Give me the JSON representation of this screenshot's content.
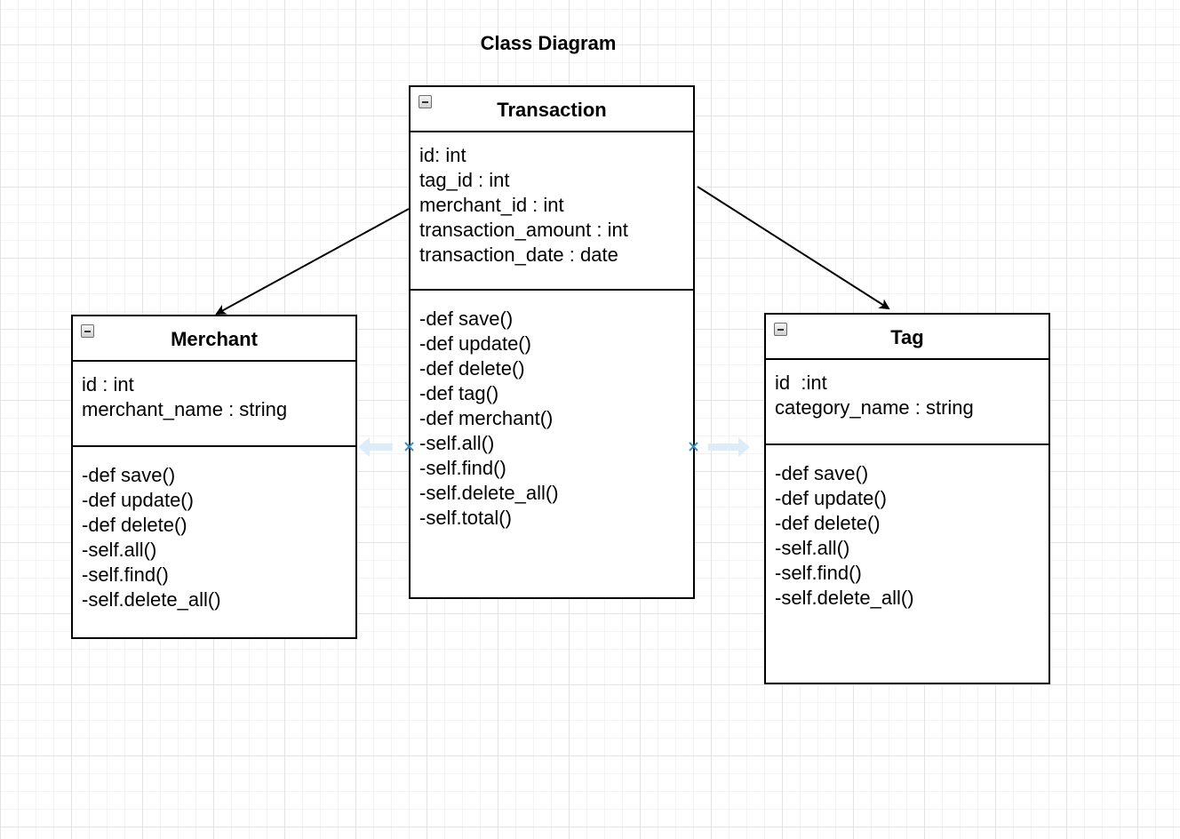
{
  "title": "Class Diagram",
  "classes": {
    "transaction": {
      "name": "Transaction",
      "attributes": [
        "id: int",
        "tag_id : int",
        "merchant_id : int",
        "transaction_amount : int",
        "transaction_date : date"
      ],
      "methods": [
        "-def save()",
        "-def update()",
        "-def delete()",
        "-def tag()",
        "-def merchant()",
        "-self.all()",
        "-self.find()",
        "-self.delete_all()",
        "-self.total()"
      ]
    },
    "merchant": {
      "name": "Merchant",
      "attributes": [
        "id : int",
        "merchant_name : string"
      ],
      "methods": [
        "-def save()",
        "-def update()",
        "-def delete()",
        "-self.all()",
        "-self.find()",
        "-self.delete_all()"
      ]
    },
    "tag": {
      "name": "Tag",
      "attributes": [
        "id  :int",
        "category_name : string"
      ],
      "methods": [
        "-def save()",
        "-def update()",
        "-def delete()",
        "-self.all()",
        "-self.find()",
        "-self.delete_all()"
      ]
    }
  },
  "relations": [
    {
      "from": "Transaction",
      "to": "Merchant",
      "type": "directed-association"
    },
    {
      "from": "Transaction",
      "to": "Tag",
      "type": "directed-association"
    }
  ],
  "colors": {
    "line": "#000000",
    "grid_major": "#e3e3e3",
    "grid_minor": "#f3f3f3",
    "connection_hint": "#dcedf9",
    "connection_point": "#2f8fd8"
  }
}
